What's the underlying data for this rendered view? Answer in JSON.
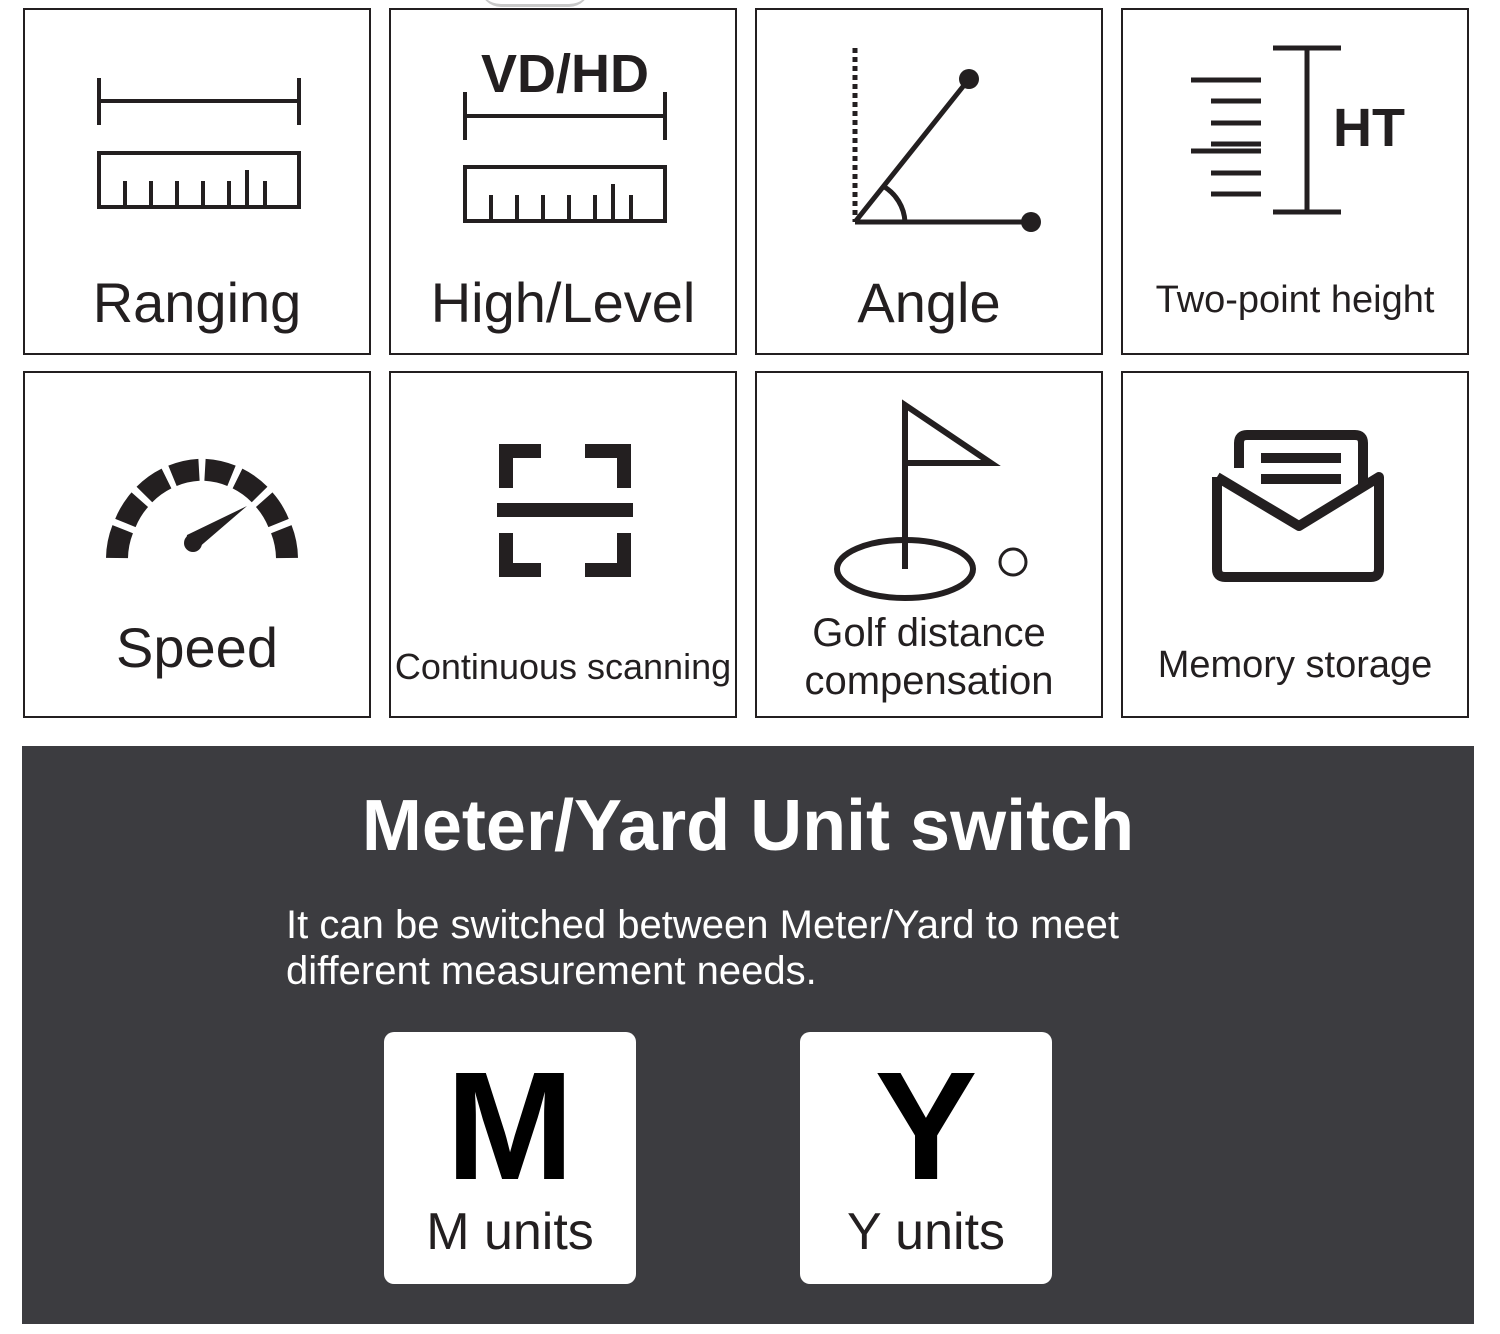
{
  "features": [
    {
      "label": "Ranging",
      "icon": "ruler-range-icon"
    },
    {
      "label": "High/Level",
      "icon": "vd-hd-ruler-icon",
      "icon_text": "VD/HD"
    },
    {
      "label": "Angle",
      "icon": "angle-icon"
    },
    {
      "label": "Two-point height",
      "icon": "height-ht-icon",
      "icon_text": "HT"
    },
    {
      "label": "Speed",
      "icon": "speedometer-icon"
    },
    {
      "label": "Continuous scanning",
      "icon": "scan-frame-icon"
    },
    {
      "label_lines": [
        "Golf distance",
        "compensation"
      ],
      "icon": "golf-flag-icon"
    },
    {
      "label": "Memory storage",
      "icon": "envelope-icon"
    }
  ],
  "unit_switch": {
    "title": "Meter/Yard Unit switch",
    "desc_lines": [
      "It can be switched between Meter/Yard to meet",
      "different measurement needs."
    ],
    "cards": [
      {
        "letter": "M",
        "label": "M units"
      },
      {
        "letter": "Y",
        "label": "Y units"
      }
    ]
  },
  "colors": {
    "ink": "#231f20",
    "panel": "#3c3c40",
    "white": "#ffffff"
  }
}
